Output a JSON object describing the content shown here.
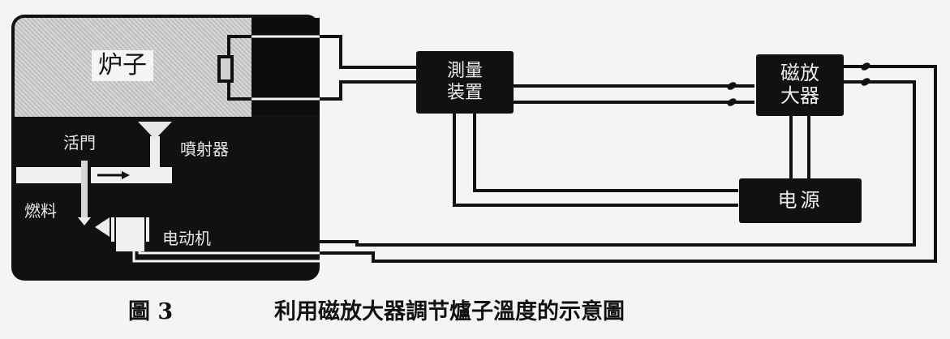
{
  "diagram": {
    "furnace": {
      "label": "炉子"
    },
    "valve": {
      "label": "活門"
    },
    "sprayer": {
      "label": "噴射器"
    },
    "fuel": {
      "label": "燃料"
    },
    "motor": {
      "label": "电动机"
    },
    "measuring_device": {
      "label_line1": "測量",
      "label_line2": "装置"
    },
    "magnetic_amplifier": {
      "label_line1": "磁放",
      "label_line2": "大器"
    },
    "power_supply": {
      "label": "电源"
    }
  },
  "caption": {
    "figure_number": "圖 3",
    "title": "利用磁放大器調节爐子溫度的示意圖"
  },
  "colors": {
    "ink": "#111111",
    "paper": "#f4f4f2",
    "hatch": "#c8c8c8"
  }
}
